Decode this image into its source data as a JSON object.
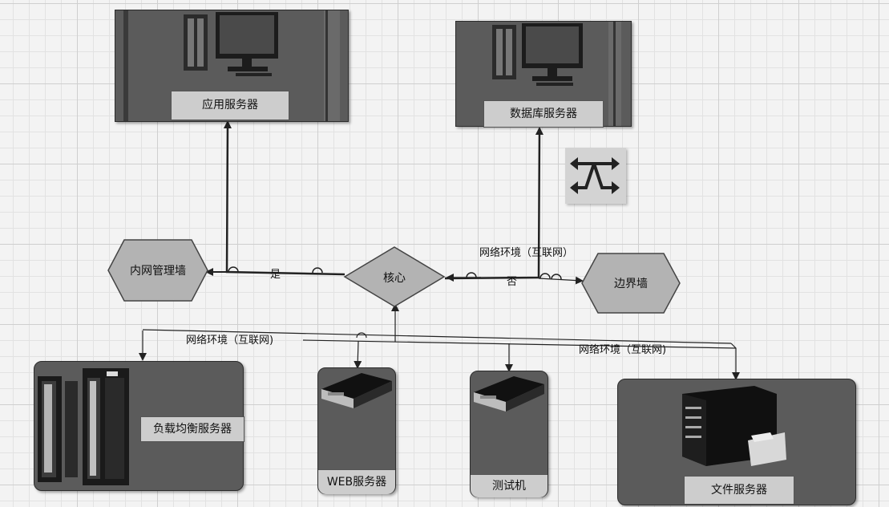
{
  "nodes": {
    "app_server": "应用服务器",
    "db_server": "数据库服务器",
    "intranet_firewall": "内网管理墙",
    "core": "核心",
    "border_firewall": "边界墙",
    "load_balancer": "负载均衡服务器",
    "web_server": "WEB服务器",
    "test_machine": "测试机",
    "file_server": "文件服务器"
  },
  "edges": {
    "yes": "是",
    "no": "否",
    "network_top": "网络环境（互联网）",
    "network_left": "网络环境（互联网)",
    "network_right": "网络环境（互联网)"
  },
  "icons": {
    "switch": "switch-icon",
    "tower": "tower-server-icon",
    "rack": "rack-server-icon",
    "pc": "desktop-computer-icon"
  },
  "colors": {
    "server_fill": "#5b5b5b",
    "label_fill": "#cdcdcd",
    "node_fill": "#b3b3b3",
    "line": "#222222"
  }
}
